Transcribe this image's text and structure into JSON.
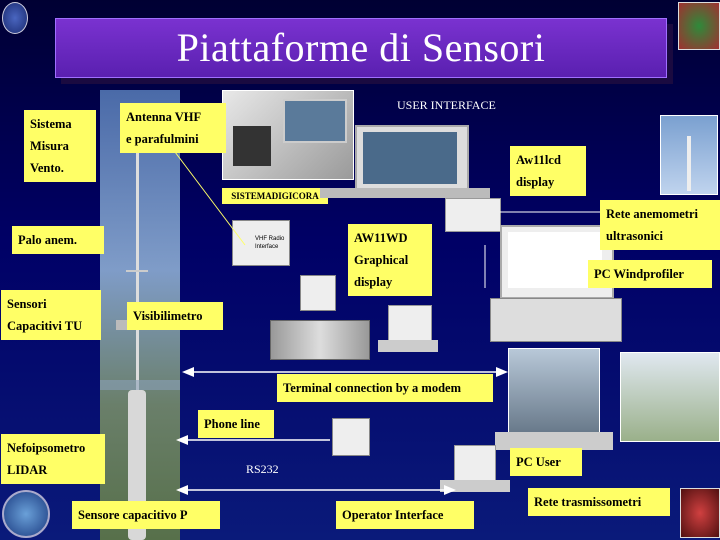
{
  "title": "Piattaforme di Sensori",
  "texts": {
    "user_interface": "USER INTERFACE",
    "rs232": "RS232",
    "sistemadigicora": "SISTEMADIGICORA",
    "vhf_radio": "VHF Radio Interface"
  },
  "labels": {
    "sistema_1": "Sistema",
    "sistema_2": "Misura",
    "sistema_3": "Vento.",
    "antenna_1": "Antenna VHF",
    "antenna_2": "e parafulmini",
    "aw11lcd_1": "Aw11lcd",
    "aw11lcd_2": "display",
    "rete_anem_1": "Rete anemometri",
    "rete_anem_2": "ultrasonici",
    "palo": "Palo anem.",
    "aw11wd_1": "AW11WD",
    "aw11wd_2": "Graphical",
    "aw11wd_3": "display",
    "pc_wind": "PC Windprofiler",
    "sensori_1": "Sensori",
    "sensori_2": "Capacitivi TU",
    "visibilimetro": "Visibilimetro",
    "terminal": "Terminal connection by a modem",
    "phone": "Phone line",
    "nefo_1": "Nefoipsometro",
    "nefo_2": "LIDAR",
    "pc_user": "PC User",
    "rete_trasm": "Rete trasmissometri",
    "sensore_p": "Sensore capacitivo P",
    "operator": "Operator Interface"
  },
  "colors": {
    "label_bg": "#ffff66",
    "title_bg": "#6a28c0",
    "arrow": "#ffffff"
  },
  "icons": [
    "computer-icon",
    "telephone-icon",
    "radio-icon",
    "server-rack-icon",
    "anemometer-icon",
    "logo-icon"
  ]
}
